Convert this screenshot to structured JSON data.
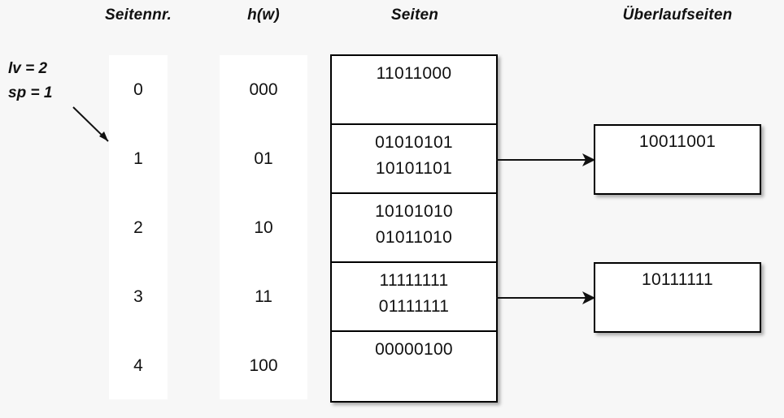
{
  "headers": {
    "seitennr": "Seitennr.",
    "hw": "h(w)",
    "seiten": "Seiten",
    "ueberlaufseiten": "Überlaufseiten"
  },
  "params": {
    "lv": "lv = 2",
    "sp": "sp = 1"
  },
  "colors": {
    "background": "#f7f7f7",
    "box_fill": "#ffffff",
    "stroke": "#000000",
    "text": "#111111"
  },
  "icons": {
    "sp_pointer": "diagonal-arrow-icon",
    "connector": "right-arrow-icon"
  },
  "rows": [
    {
      "seitennr": "0",
      "hw": "000"
    },
    {
      "seitennr": "1",
      "hw": "01"
    },
    {
      "seitennr": "2",
      "hw": "10"
    },
    {
      "seitennr": "3",
      "hw": "11"
    },
    {
      "seitennr": "4",
      "hw": "100"
    }
  ],
  "pages": [
    {
      "records": [
        "11011000"
      ]
    },
    {
      "records": [
        "01010101",
        "10101101"
      ]
    },
    {
      "records": [
        "10101010",
        "01011010"
      ]
    },
    {
      "records": [
        "11111111",
        "01111111"
      ]
    },
    {
      "records": [
        "00000100"
      ]
    }
  ],
  "overflow_pages": [
    {
      "record": "10011001",
      "from_page": 1
    },
    {
      "record": "10111111",
      "from_page": 3
    }
  ]
}
